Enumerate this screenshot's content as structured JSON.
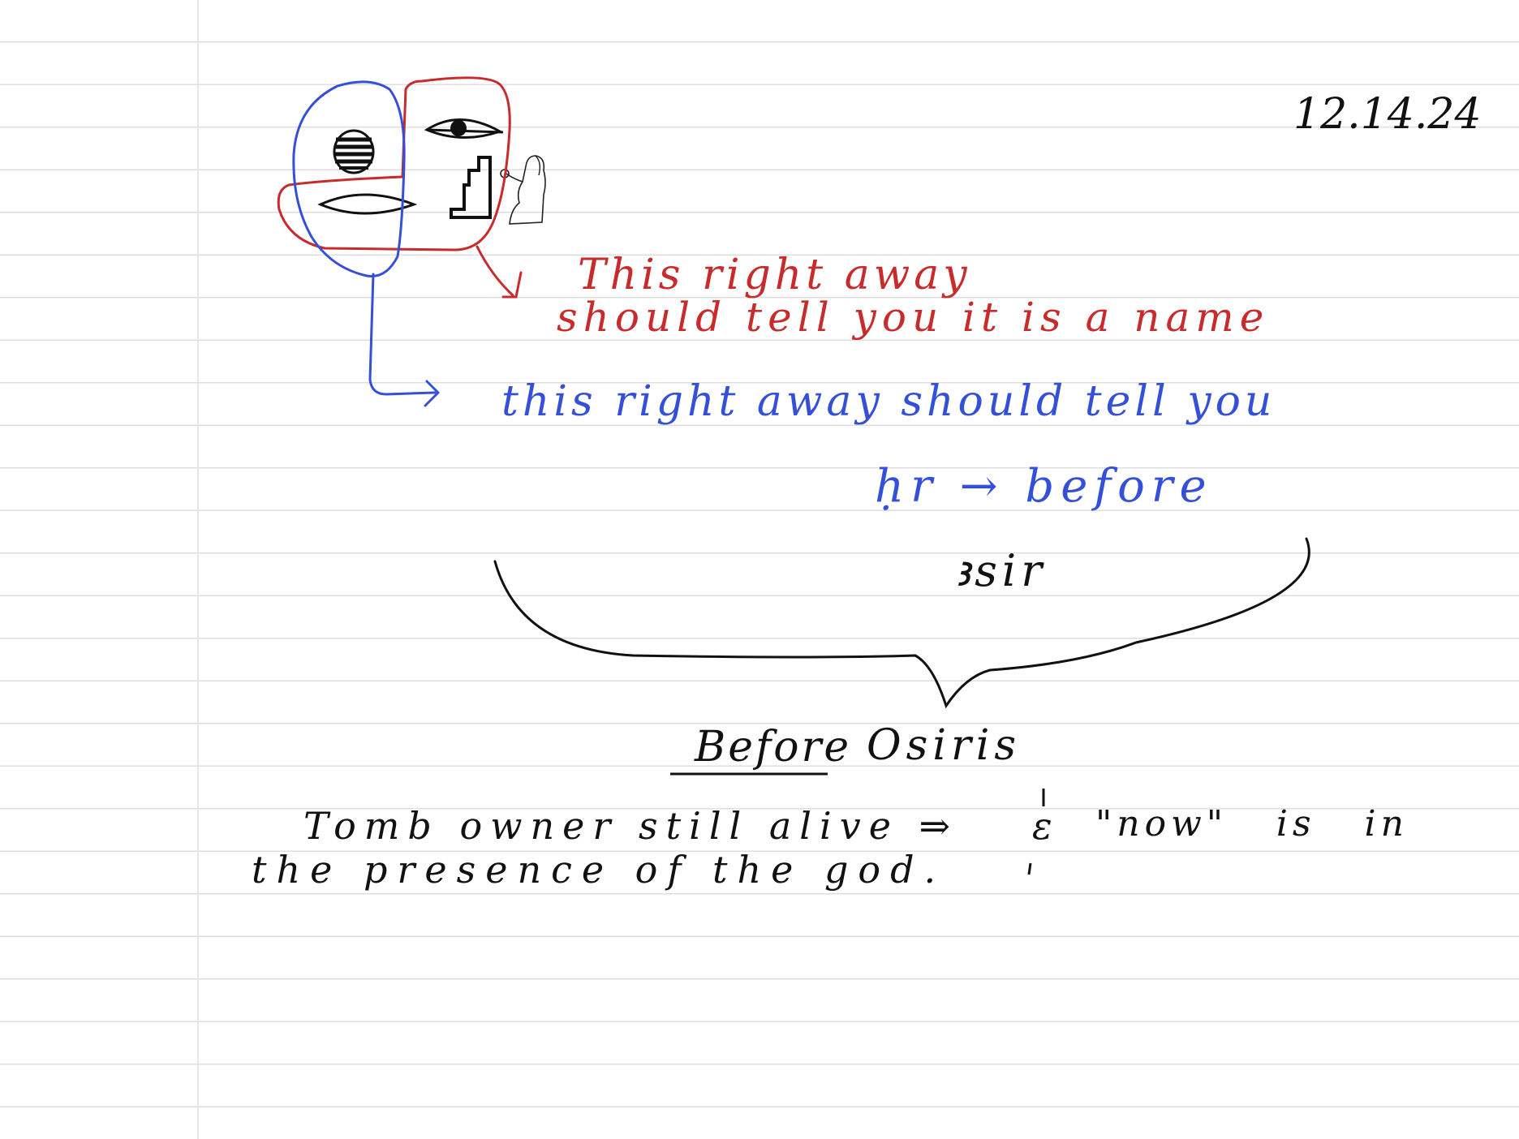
{
  "colors": {
    "black_ink": "#111111",
    "red_ink": "#c82b2b",
    "blue_ink": "#3550d8",
    "rule_line": "#dfdfdf",
    "paper": "#ffffff"
  },
  "note": {
    "date": "12.14.24",
    "red_annotation": {
      "line1": "This right away",
      "line2": "should tell you it is a name"
    },
    "blue_annotation": {
      "line1": "this right away should tell you",
      "transliteration": "ḥr → before",
      "name_transliteration": "ꜣsir"
    },
    "translation": {
      "word1": "Before",
      "word2": "Osiris"
    },
    "explanation": {
      "line1_start": "Tomb owner still alive ⇒",
      "glyph_mark": "ɛ",
      "line1_end": "\"now\"   is   in",
      "line2": "the presence of the god."
    }
  }
}
